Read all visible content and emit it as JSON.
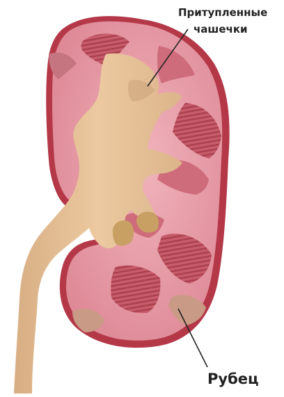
{
  "labels": {
    "calyces_line1": "Притупленные",
    "calyces_line2": "чашечки",
    "scar": "Рубец"
  },
  "colors": {
    "capsule": "#b43848",
    "cortex": "#e08c98",
    "cortex_light": "#ecaab4",
    "pyramid": "#c85c6c",
    "pyramid_stripe": "#a8404e",
    "pelvis": "#e3bd93",
    "pelvis_shade": "#caa27a",
    "calyx_inner": "#c8a064",
    "scar_patch": "#c99a86",
    "leader": "#222222"
  }
}
